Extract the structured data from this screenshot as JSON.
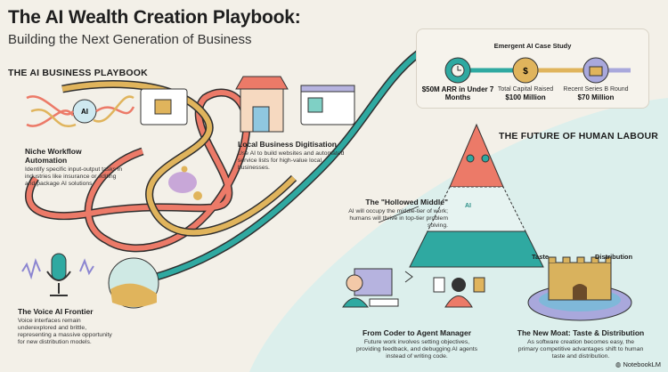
{
  "header": {
    "title": "The AI Wealth Creation Playbook:",
    "subtitle": "Building the Next Generation of Business"
  },
  "playbook": {
    "heading": "THE AI BUSINESS PLAYBOOK",
    "items": [
      {
        "title": "Niche Workflow Automation",
        "desc": "Identify specific input-output tasks in industries like insurance or editing and package AI solutions."
      },
      {
        "title": "Local Business Digitisation",
        "desc": "Use AI to build websites and automated service lists for high-value local businesses."
      },
      {
        "title": "The Voice AI Frontier",
        "desc": "Voice interfaces remain underexplored and brittle, representing a massive opportunity for new distribution models."
      }
    ]
  },
  "case_study": {
    "title": "Emergent AI Case Study",
    "stats": [
      {
        "label": "",
        "value": "$50M ARR in Under 7 Months",
        "color": "#2fa9a1"
      },
      {
        "label": "Total Capital Raised",
        "value": "$100 Million",
        "color": "#e0b45c"
      },
      {
        "label": "Recent Series B Round",
        "value": "$70 Million",
        "color": "#a9a8dc"
      }
    ]
  },
  "labour": {
    "heading": "THE FUTURE OF HUMAN LABOUR",
    "items": [
      {
        "title": "The \"Hollowed Middle\"",
        "desc": "AI will occupy the middle-tier of work; humans will thrive in top-tier problem solving."
      },
      {
        "title": "From Coder to Agent Manager",
        "desc": "Future work involves setting objectives, providing feedback, and debugging AI agents instead of writing code."
      },
      {
        "title": "The New Moat: Taste & Distribution",
        "desc": "As software creation becomes easy, the primary competitive advantages shift to human taste and distribution."
      }
    ],
    "moat_labels": [
      "Taste",
      "Distribution"
    ],
    "ai_badge": "AI"
  },
  "footer": {
    "brand": "NotebookLM"
  },
  "colors": {
    "teal": "#2fa9a1",
    "gold": "#e0b45c",
    "coral": "#ec7a68",
    "lavender": "#a9a8dc",
    "bg": "#f3f0e8",
    "mint": "#dcefec"
  }
}
